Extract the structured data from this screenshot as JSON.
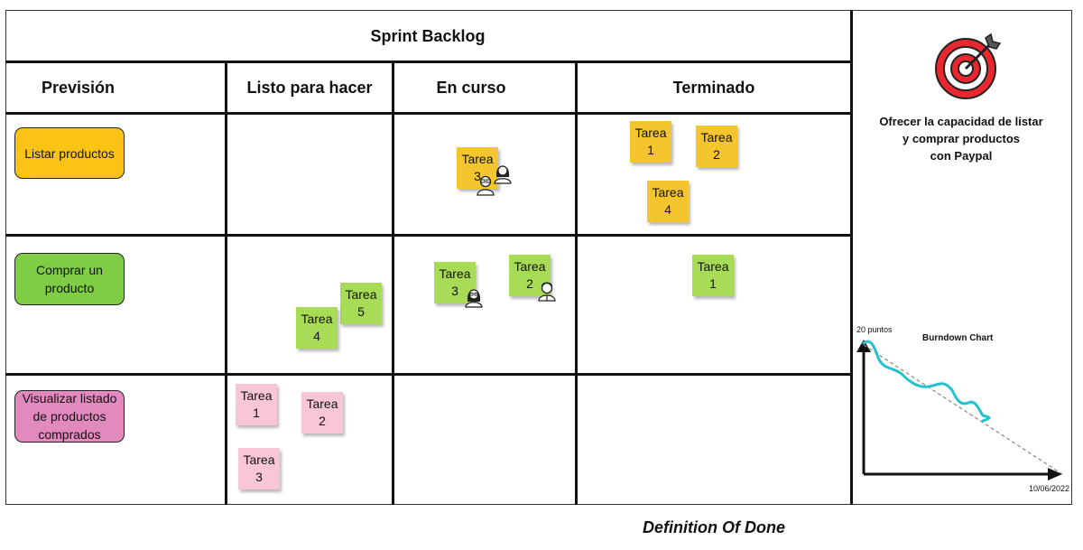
{
  "board": {
    "title": "Sprint Backlog",
    "columns": [
      "Previsión",
      "Listo para hacer",
      "En curso",
      "Terminado"
    ]
  },
  "stories": [
    {
      "label": "Listar productos",
      "color": "#fbc316"
    },
    {
      "label": "Comprar un\nproducto",
      "color": "#7fcc45"
    },
    {
      "label": "Visualizar listado\nde productos\ncomprados",
      "color": "#e289be"
    }
  ],
  "notes": [
    {
      "label": "Tarea\n3",
      "color": "yellow"
    },
    {
      "label": "Tarea\n1",
      "color": "yellow"
    },
    {
      "label": "Tarea\n2",
      "color": "yellow"
    },
    {
      "label": "Tarea\n4",
      "color": "yellow"
    },
    {
      "label": "Tarea\n5",
      "color": "green"
    },
    {
      "label": "Tarea\n4",
      "color": "green"
    },
    {
      "label": "Tarea\n3",
      "color": "green"
    },
    {
      "label": "Tarea\n2",
      "color": "green"
    },
    {
      "label": "Tarea\n1",
      "color": "green"
    },
    {
      "label": "Tarea\n1",
      "color": "pink"
    },
    {
      "label": "Tarea\n2",
      "color": "pink"
    },
    {
      "label": "Tarea\n3",
      "color": "pink"
    }
  ],
  "icons": [
    "target-icon",
    "person-icon"
  ],
  "sprint_goal": "Ofrecer la capacidad de listar\ny comprar productos\ncon Paypal",
  "burndown": {
    "title": "Burndown Chart",
    "y_label": "20 puntos",
    "x_label": "10/06/2022",
    "line_color": "#23c2cf"
  },
  "footer": "Definition Of Done"
}
